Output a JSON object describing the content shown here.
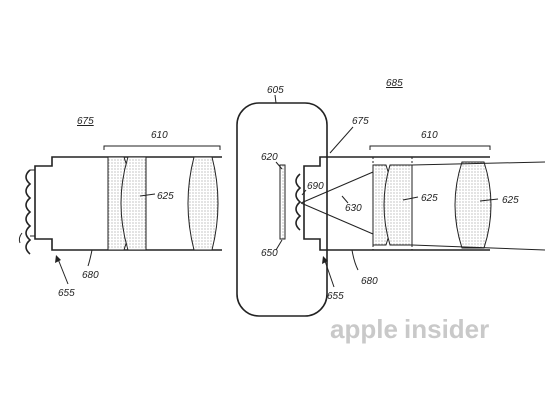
{
  "labels": {
    "left_675": "675",
    "left_610": "610",
    "left_625": "625",
    "left_680": "680",
    "left_655": "655",
    "center_605": "605",
    "center_620": "620",
    "center_650": "650",
    "right_685": "685",
    "right_675": "675",
    "right_610": "610",
    "right_690": "690",
    "right_630": "630",
    "right_625a": "625",
    "right_625b": "625",
    "right_680": "680",
    "right_655": "655"
  },
  "watermark": {
    "part1": "apple",
    "part2": "insider"
  },
  "colors": {
    "ink": "#222222",
    "watermark": "#c9c9c9",
    "background": "#ffffff"
  }
}
